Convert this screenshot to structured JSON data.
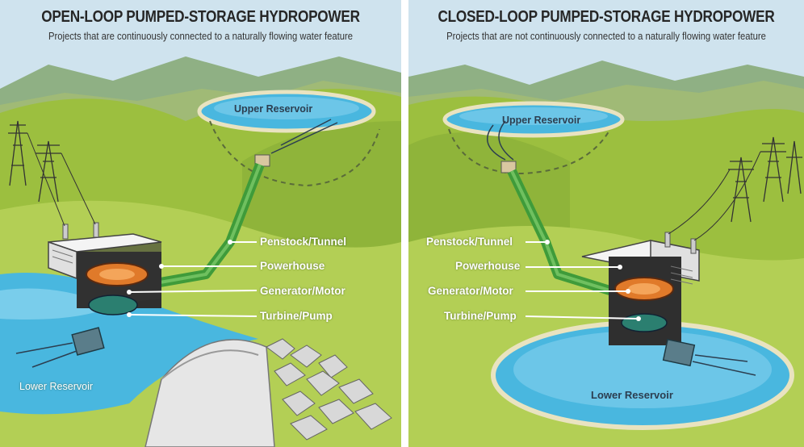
{
  "colors": {
    "sky": "#cfe3ee",
    "hill_far": "#8fb084",
    "hill_mid": "#a7c25c",
    "grass": "#9cbf3f",
    "grass_light": "#b3cf55",
    "water": "#49b7df",
    "water_light": "#8fd6ef",
    "penstock": "#3f9b3a",
    "powerhouse": "#e8e8e8",
    "label_text": "#ffffff",
    "dark_text": "#2c3e50"
  },
  "panels": [
    {
      "id": "open",
      "title": "OPEN-LOOP PUMPED-STORAGE HYDROPOWER",
      "subtitle": "Projects that are continuously connected to a naturally flowing water feature",
      "labels": {
        "upper_reservoir": "Upper Reservoir",
        "lower_reservoir": "Lower Reservoir",
        "penstock": "Penstock/Tunnel",
        "powerhouse": "Powerhouse",
        "generator": "Generator/Motor",
        "turbine": "Turbine/Pump"
      }
    },
    {
      "id": "closed",
      "title": "CLOSED-LOOP PUMPED-STORAGE HYDROPOWER",
      "subtitle": "Projects that are not continuously connected to a naturally flowing water feature",
      "labels": {
        "upper_reservoir": "Upper Reservoir",
        "lower_reservoir": "Lower Reservoir",
        "penstock": "Penstock/Tunnel",
        "powerhouse": "Powerhouse",
        "generator": "Generator/Motor",
        "turbine": "Turbine/Pump"
      }
    }
  ]
}
